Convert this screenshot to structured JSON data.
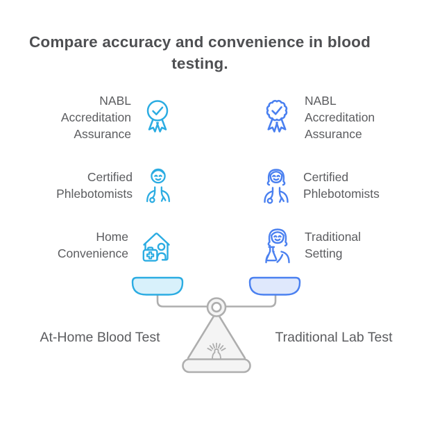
{
  "title": {
    "lines": [
      "Compare accuracy and convenience in blood",
      "testing."
    ]
  },
  "columns": {
    "left": {
      "accent_color": "#2BACE2",
      "footer_label": "At-Home Blood Test",
      "items": [
        {
          "icon": "badge-check-icon",
          "lines": [
            "NABL",
            "Accreditation",
            "Assurance"
          ]
        },
        {
          "icon": "male-doctor-icon",
          "lines": [
            "Certified",
            "Phlebotomists"
          ]
        },
        {
          "icon": "home-care-icon",
          "lines": [
            "Home",
            "Convenience"
          ]
        }
      ]
    },
    "right": {
      "accent_color": "#4A80F0",
      "footer_label": "Traditional Lab Test",
      "items": [
        {
          "icon": "rosette-check-icon",
          "lines": [
            "NABL",
            "Accreditation",
            "Assurance"
          ]
        },
        {
          "icon": "female-doctor-icon",
          "lines": [
            "Certified",
            "Phlebotomists"
          ]
        },
        {
          "icon": "female-scientist-icon",
          "lines": [
            "Traditional",
            "Setting"
          ]
        }
      ]
    }
  },
  "scale": {
    "frame_color": "#AEAEAE",
    "frame_fill": "#F4F4F4",
    "left_pan": {
      "fill": "#D8F1FB",
      "stroke": "#2BACE2"
    },
    "right_pan": {
      "fill": "#DFE8FC",
      "stroke": "#4A80F0"
    }
  },
  "text_color": "#5B5C5F",
  "title_color": "#4E4F52"
}
